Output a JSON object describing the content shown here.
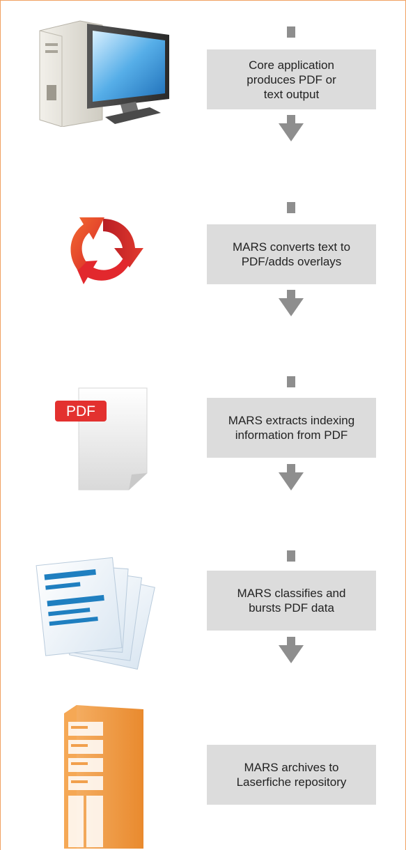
{
  "steps": [
    {
      "text": "Core application\nproduces PDF or\ntext output",
      "icon": "desktop-computer-icon"
    },
    {
      "text": "MARS converts text to\nPDF/adds overlays",
      "icon": "circular-arrows-icon"
    },
    {
      "text": "MARS extracts indexing\ninformation from PDF",
      "icon": "pdf-document-icon"
    },
    {
      "text": "MARS classifies and\nbursts PDF data",
      "icon": "stacked-documents-icon"
    },
    {
      "text": "MARS archives to\nLaserfiche repository",
      "icon": "server-tower-icon"
    }
  ],
  "pdf_badge": "PDF",
  "colors": {
    "frame": "#f0a060",
    "box": "#dcdcdc",
    "arrow": "#8e8e8e",
    "server": "#f0a050",
    "recycle_red": "#d8262a",
    "doc_blue": "#1f7fc0"
  }
}
